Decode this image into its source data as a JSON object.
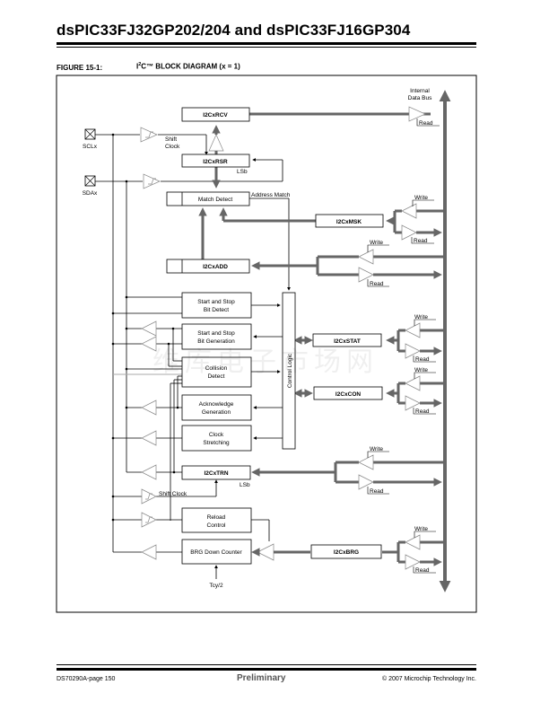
{
  "header": {
    "title": "dsPIC33FJ32GP202/204 and dsPIC33FJ16GP304",
    "figure_label": "FIGURE 15-1:",
    "figure_title_prefix": "I",
    "figure_title_sup": "2",
    "figure_title_rest": "C™ BLOCK DIAGRAM   (x = 1)"
  },
  "diagram": {
    "bus_label_line1": "Internal",
    "bus_label_line2": "Data Bus",
    "pins": {
      "scl": "SCLx",
      "sda": "SDAx"
    },
    "registers": {
      "rcv": "I2CxRCV",
      "rsr": "I2CxRSR",
      "match": "Match Detect",
      "msk": "I2CxMSK",
      "add": "I2CxADD",
      "stat": "I2CxSTAT",
      "con": "I2CxCON",
      "trn": "I2CxTRN",
      "brg": "I2CxBRG"
    },
    "blocks": {
      "start_stop_detect": [
        "Start and Stop",
        "Bit Detect"
      ],
      "start_stop_gen": [
        "Start and Stop",
        "Bit Generation"
      ],
      "collision": [
        "Collision",
        "Detect"
      ],
      "ack_gen": [
        "Acknowledge",
        "Generation"
      ],
      "clock_stretch": [
        "Clock",
        "Stretching"
      ],
      "reload": [
        "Reload",
        "Control"
      ],
      "brg_counter": "BRG Down Counter",
      "control_logic": "Control Logic"
    },
    "labels": {
      "shift_clock_top_1": "Shift",
      "shift_clock_top_2": "Clock",
      "lsb": "LSb",
      "address_match": "Address Match",
      "shift_clock": "Shift Clock",
      "tcy": "Tcy/2",
      "read": "Read",
      "write": "Write"
    }
  },
  "watermark": "维库电子市场网",
  "footer": {
    "left": "DS70290A-page 150",
    "center": "Preliminary",
    "right": "© 2007 Microchip Technology Inc."
  }
}
